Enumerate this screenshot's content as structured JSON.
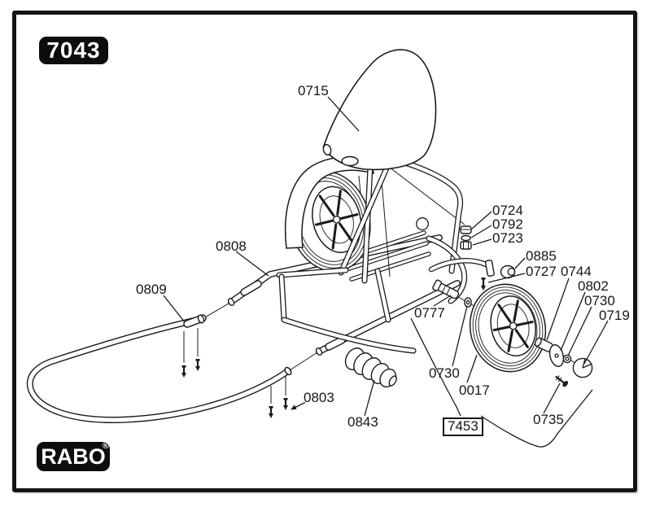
{
  "badges": {
    "model": "7043",
    "brand": "RABO",
    "registered": "®"
  },
  "colors": {
    "line": "#1a1a1a",
    "background": "#ffffff",
    "badge_bg": "#0d0d0d",
    "badge_text": "#ffffff"
  },
  "part_labels": [
    {
      "text": "0715",
      "boxed": false
    },
    {
      "text": "0724",
      "boxed": false
    },
    {
      "text": "0792",
      "boxed": false
    },
    {
      "text": "0723",
      "boxed": false
    },
    {
      "text": "0808",
      "boxed": false
    },
    {
      "text": "0809",
      "boxed": false
    },
    {
      "text": "0885",
      "boxed": false
    },
    {
      "text": "0727",
      "boxed": false
    },
    {
      "text": "0744",
      "boxed": false
    },
    {
      "text": "0802",
      "boxed": false
    },
    {
      "text": "0730",
      "boxed": false
    },
    {
      "text": "0719",
      "boxed": false
    },
    {
      "text": "0777",
      "boxed": false
    },
    {
      "text": "0730",
      "boxed": false
    },
    {
      "text": "0017",
      "boxed": false
    },
    {
      "text": "0803",
      "boxed": false
    },
    {
      "text": "0843",
      "boxed": false
    },
    {
      "text": "7453",
      "boxed": true
    },
    {
      "text": "0735",
      "boxed": false
    }
  ]
}
